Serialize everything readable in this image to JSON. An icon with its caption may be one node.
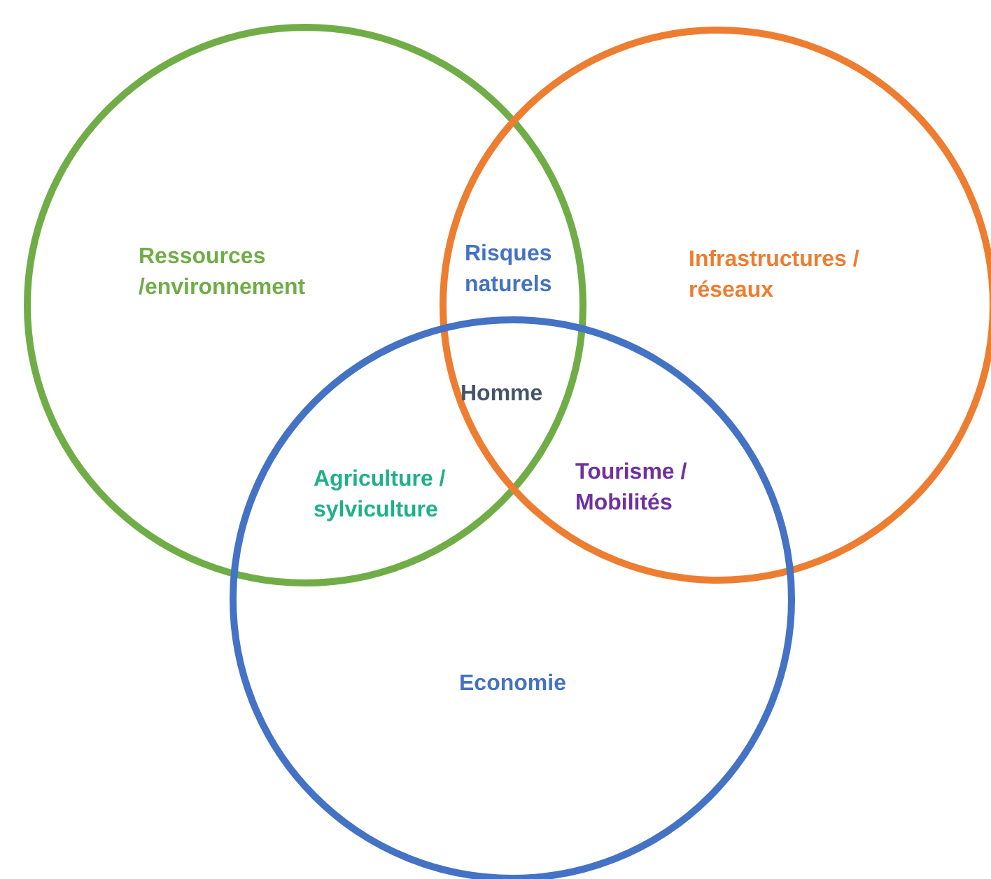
{
  "diagram": {
    "nodes": [
      {
        "text": [
          "Ressources /environnement"
        ]
      },
      {
        "text": [
          "Infrastructures / réseaux"
        ]
      },
      {
        "text": [
          "Economie"
        ]
      }
    ],
    "labels": [
      "Risques naturels",
      "Homme",
      "Agriculture / sylviculture",
      "Tourisme / Mobilités"
    ]
  }
}
